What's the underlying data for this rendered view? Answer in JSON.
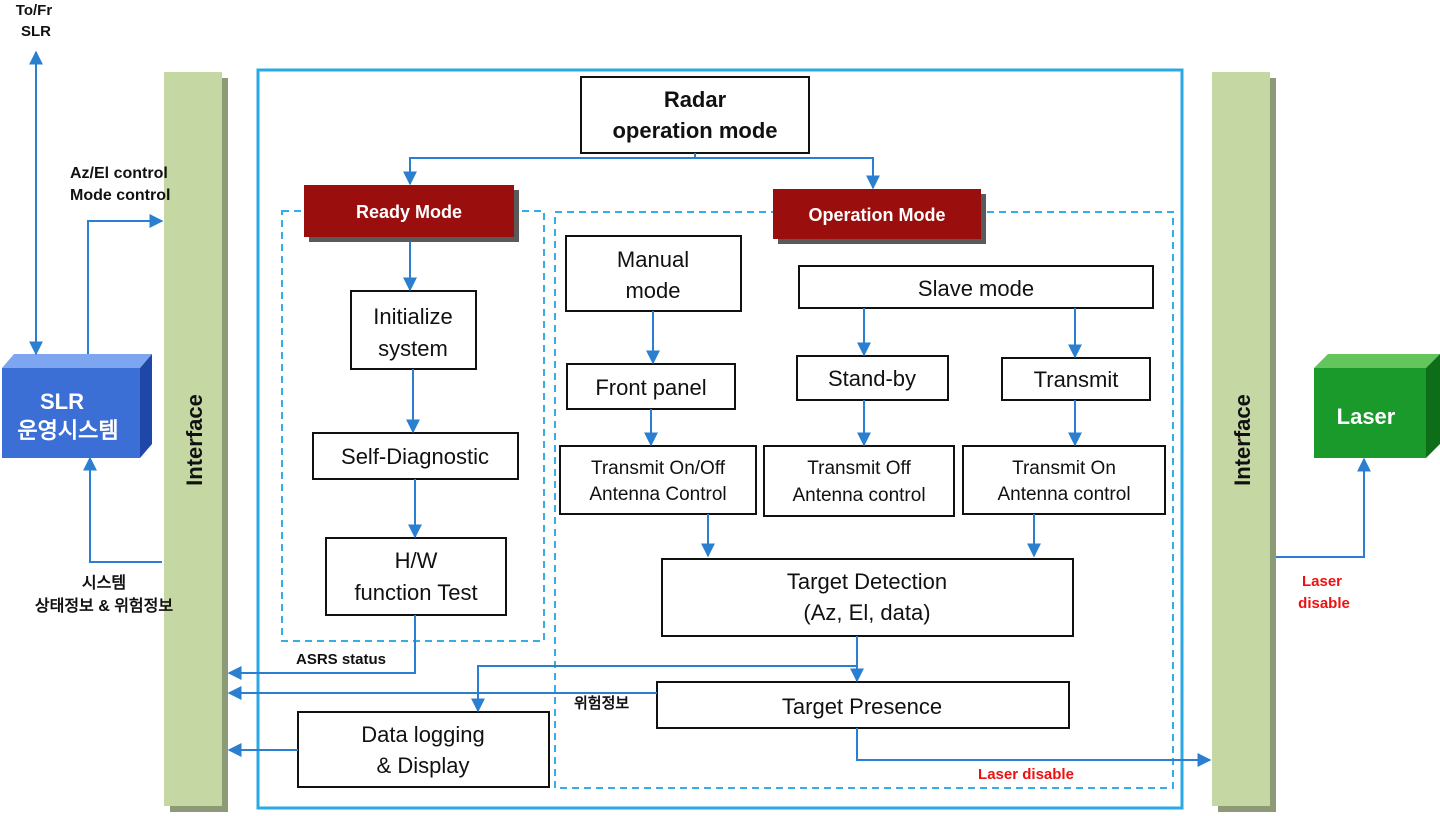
{
  "external": {
    "to_fr_slr": [
      "To/Fr",
      "SLR"
    ],
    "az_el_control": [
      "Az/El control",
      "Mode control"
    ],
    "system_status": [
      "시스템",
      "상태정보 & 위험정보"
    ],
    "asrs_status": "ASRS status",
    "danger_info": "위험정보",
    "laser_disable_right": [
      "Laser",
      "disable"
    ],
    "laser_disable_bottom": "Laser disable"
  },
  "slr_system": {
    "lines": [
      "SLR",
      "운영시스템"
    ],
    "color": "#3b6fd6"
  },
  "laser": {
    "label": "Laser",
    "color": "#1a9a2a"
  },
  "interface_left": {
    "label": "Interface"
  },
  "interface_right": {
    "label": "Interface"
  },
  "radar_mode": {
    "lines": [
      "Radar",
      "operation mode"
    ]
  },
  "ready_mode": {
    "title": "Ready Mode",
    "steps": [
      {
        "lines": [
          "Initialize",
          "system"
        ]
      },
      {
        "lines": [
          "Self-Diagnostic"
        ]
      },
      {
        "lines": [
          "H/W",
          "function Test"
        ]
      }
    ]
  },
  "operation_mode": {
    "title": "Operation Mode",
    "manual_mode": [
      "Manual",
      "mode"
    ],
    "slave_mode": "Slave mode",
    "front_panel": "Front panel",
    "stand_by": "Stand-by",
    "transmit": "Transmit",
    "transmit_onoff": [
      "Transmit On/Off",
      "Antenna Control"
    ],
    "transmit_off": [
      "Transmit Off",
      "Antenna control"
    ],
    "transmit_on": [
      "Transmit On",
      "Antenna control"
    ],
    "target_detection": [
      "Target Detection",
      "(Az, El, data)"
    ],
    "target_presence": "Target Presence"
  },
  "data_logging": {
    "lines": [
      "Data logging",
      "& Display"
    ]
  },
  "colors": {
    "mode_header": "#9b0e0e",
    "interface_bar": "#c5d7a2",
    "flow_arrow": "#2a7fd0",
    "container_border": "#29a9e6",
    "alert_text": "#ee1111"
  }
}
